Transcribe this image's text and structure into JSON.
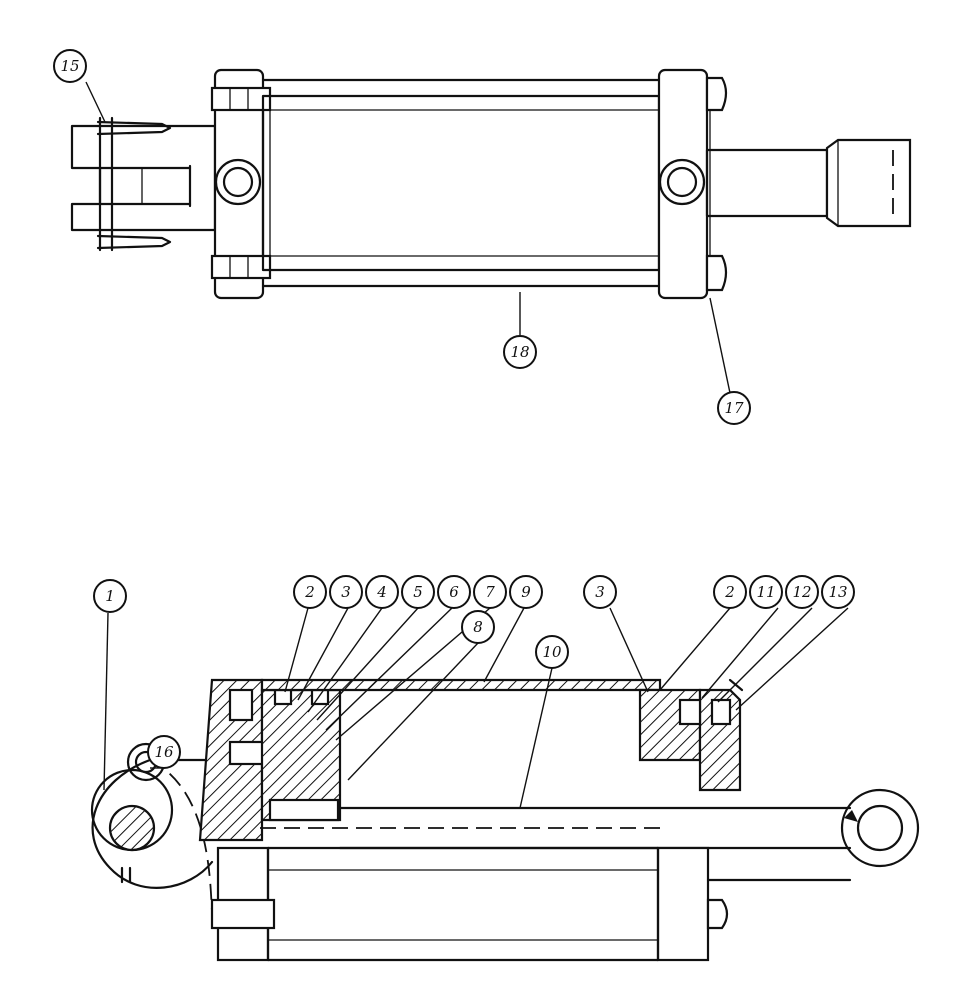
{
  "callouts": {
    "c15": "15",
    "c18": "18",
    "c17": "17",
    "c1": "1",
    "c16": "16",
    "c2a": "2",
    "c3a": "3",
    "c4": "4",
    "c5": "5",
    "c6": "6",
    "c7": "7",
    "c9": "9",
    "c8": "8",
    "c10": "10",
    "c3b": "3",
    "c2b": "2",
    "c11": "11",
    "c12": "12",
    "c13": "13"
  }
}
